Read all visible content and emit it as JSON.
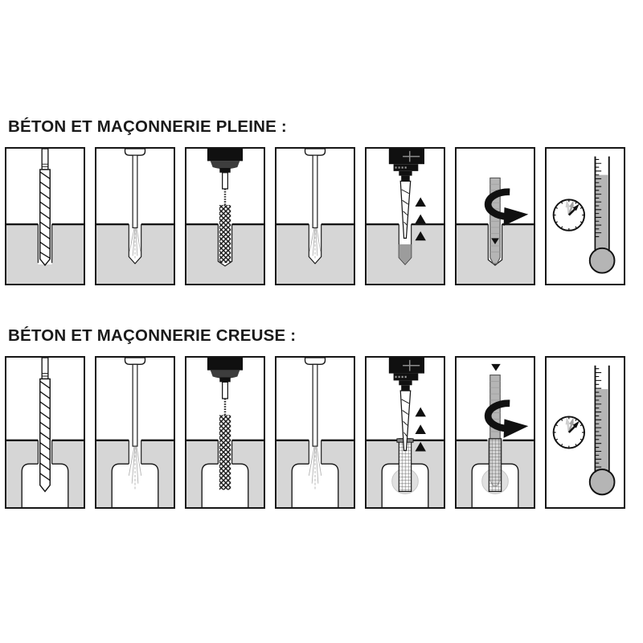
{
  "page": {
    "background_color": "#ffffff"
  },
  "colors": {
    "outline": "#161616",
    "title_text": "#1a1a1a",
    "concrete_gray": "#d6d6d6",
    "metal_gray": "#b5b5b5",
    "resin_gray": "#9c9c9c",
    "mortar_bulge_gray": "#e0e0e0"
  },
  "sections": [
    {
      "id": "solid",
      "title": "BÉTON ET MAÇONNERIE PLEINE :",
      "steps": [
        {
          "icon": "drill-bit-icon"
        },
        {
          "icon": "air-blower-icon"
        },
        {
          "icon": "wire-brush-icon"
        },
        {
          "icon": "air-blower-icon"
        },
        {
          "icon": "resin-injection-gun-icon"
        },
        {
          "icon": "threaded-rod-rotation-icon"
        },
        {
          "icon": "clock-thermometer-icon"
        }
      ]
    },
    {
      "id": "hollow",
      "title": "BÉTON ET MAÇONNERIE CREUSE :",
      "steps": [
        {
          "icon": "drill-bit-icon"
        },
        {
          "icon": "air-blower-icon"
        },
        {
          "icon": "wire-brush-icon"
        },
        {
          "icon": "air-blower-icon"
        },
        {
          "icon": "resin-injection-sieve-sleeve-icon"
        },
        {
          "icon": "threaded-rod-rotation-icon"
        },
        {
          "icon": "clock-thermometer-icon"
        }
      ]
    }
  ]
}
